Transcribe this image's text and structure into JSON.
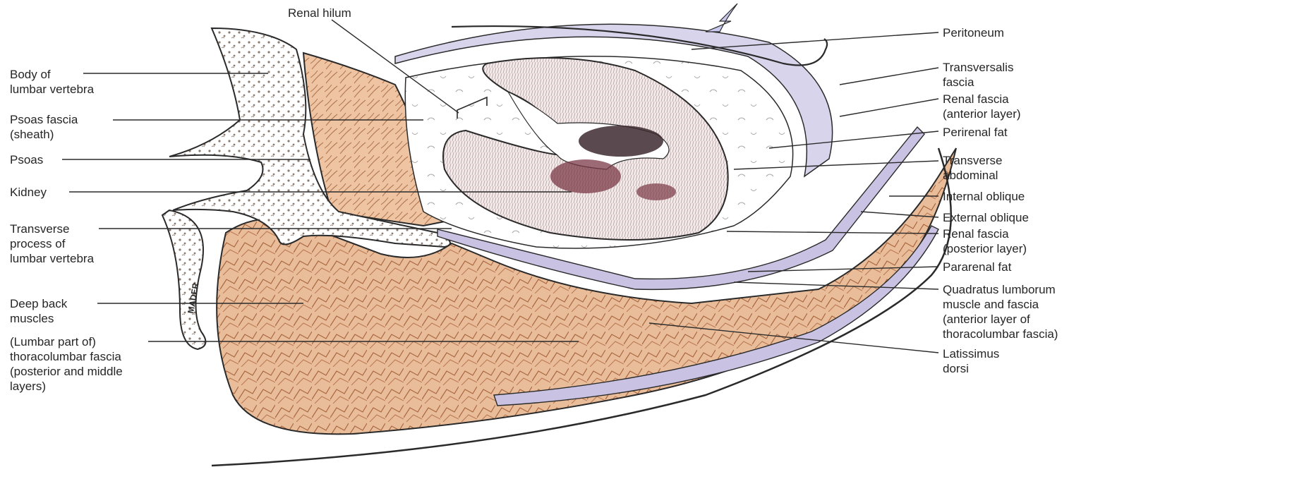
{
  "figure": {
    "signature": "MADER",
    "labels_left": {
      "body_vertebra": [
        "Body of",
        "lumbar vertebra"
      ],
      "psoas_fascia": [
        "Psoas fascia",
        "(sheath)"
      ],
      "psoas": [
        "Psoas"
      ],
      "kidney": [
        "Kidney"
      ],
      "transverse_process": [
        "Transverse",
        "process of",
        "lumbar vertebra"
      ],
      "deep_back": [
        "Deep back",
        "muscles"
      ],
      "thoracolumbar": [
        "(Lumbar part of)",
        "thoracolumbar fascia",
        "(posterior and middle",
        "layers)"
      ]
    },
    "label_top": {
      "renal_hilum": [
        "Renal hilum"
      ]
    },
    "labels_right": {
      "peritoneum": [
        "Peritoneum"
      ],
      "transversalis": [
        "Transversalis",
        "fascia"
      ],
      "renal_fascia_ant": [
        "Renal fascia",
        "(anterior layer)"
      ],
      "perirenal_fat": [
        "Perirenal fat"
      ],
      "transverse_abd": [
        "Transverse",
        "abdominal"
      ],
      "internal_oblique": [
        "Internal oblique"
      ],
      "external_oblique": [
        "External oblique"
      ],
      "renal_fascia_post": [
        "Renal fascia",
        "(posterior layer)"
      ],
      "pararenal_fat": [
        "Pararenal fat"
      ],
      "quadratus": [
        "Quadratus lumborum",
        "muscle and fascia",
        "(anterior layer of",
        "thoracolumbar fascia)"
      ],
      "latissimus": [
        "Latissimus",
        "dorsi"
      ]
    },
    "colors": {
      "muscle": "#e8b894",
      "muscle_dark": "#c98a62",
      "fascia": "#b9b4d6",
      "arrow": "#c9c8ee",
      "kidney_bg": "#f3e3e3",
      "medulla": "#7a3845",
      "outline": "#2a2a2a"
    }
  }
}
